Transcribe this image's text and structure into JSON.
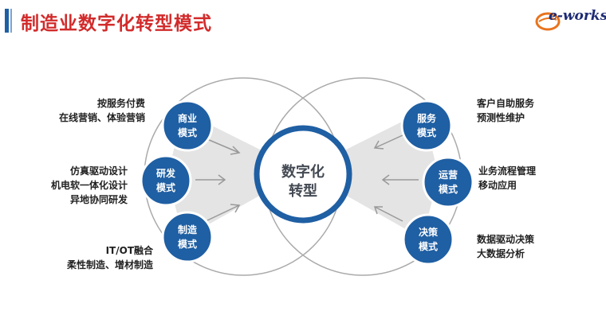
{
  "header": {
    "title": "制造业数字化转型模式",
    "logo_text": "e-works"
  },
  "center": {
    "line1": "数字化",
    "line2": "转型"
  },
  "nodes": {
    "business": [
      "商业",
      "模式"
    ],
    "rnd": [
      "研发",
      "模式"
    ],
    "manufacturing": [
      "制造",
      "模式"
    ],
    "service": [
      "服务",
      "模式"
    ],
    "operation": [
      "运营",
      "模式"
    ],
    "decision": [
      "决策",
      "模式"
    ]
  },
  "left_notes": {
    "business": [
      "按服务付费",
      "在线营销、体验营销"
    ],
    "rnd": [
      "仿真驱动设计",
      "机电软一体化设计",
      "异地协同研发"
    ],
    "manufacturing": [
      "IT/OT融合",
      "柔性制造、增材制造"
    ]
  },
  "right_notes": {
    "service": [
      "客户自助服务",
      "预测性维护"
    ],
    "operation": [
      "业务流程管理",
      "移动应用"
    ],
    "decision": [
      "数据驱动决策",
      "大数据分析"
    ]
  },
  "colors": {
    "title_red": "#d22b2b",
    "node_blue": "#1f5fa3",
    "ring_outline": "#aaaaaa",
    "shade_gray": "#e4e4e4"
  }
}
